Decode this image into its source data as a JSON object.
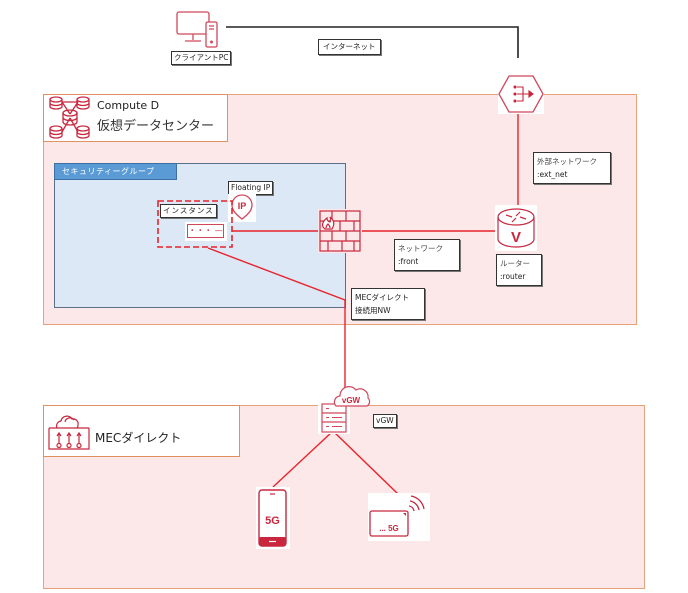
{
  "diagram": {
    "client": {
      "label": "クライアントPC",
      "icon": "desktop-mobile-icon"
    },
    "internet": {
      "label": "インターネット"
    },
    "gateway": {
      "icon": "internet-gateway-hexagon-icon"
    },
    "datacenter": {
      "title_line1": "Compute D",
      "title_line2": "仮想データセンター",
      "icon": "database-cluster-icon"
    },
    "security_group": {
      "label": "セキュリティーグループ"
    },
    "floating_ip": {
      "label": "Floating IP",
      "icon_text": "IP"
    },
    "instance": {
      "label": "インスタンス",
      "icon_text": "・・・ —"
    },
    "firewall": {
      "icon": "firewall-icon"
    },
    "front_network": {
      "line1": "ネットワーク",
      "line2": ":front"
    },
    "router": {
      "line1": "ルーター",
      "line2": ":router",
      "icon_text": "V"
    },
    "external_network": {
      "line1": "外部ネットワーク",
      "line2": ":ext_net"
    },
    "mec_network": {
      "line1": "MECダイレクト",
      "line2": "接続用NW"
    },
    "vgw": {
      "label": "vGW",
      "icon_text": "vGW"
    },
    "mec_zone": {
      "title": "MECダイレクト",
      "icon": "mec-cloud-icon"
    },
    "smartphone": {
      "icon_text": "5G"
    },
    "router_5g": {
      "icon_text": "... 5G"
    },
    "colors": {
      "accent_red": "#e8232a",
      "icon_red": "#c8273e",
      "zone_fill": "#fde8e9",
      "zone_border": "#e8a27a",
      "sg_fill": "#dce8f5",
      "sg_header": "#5b9bd5"
    }
  }
}
